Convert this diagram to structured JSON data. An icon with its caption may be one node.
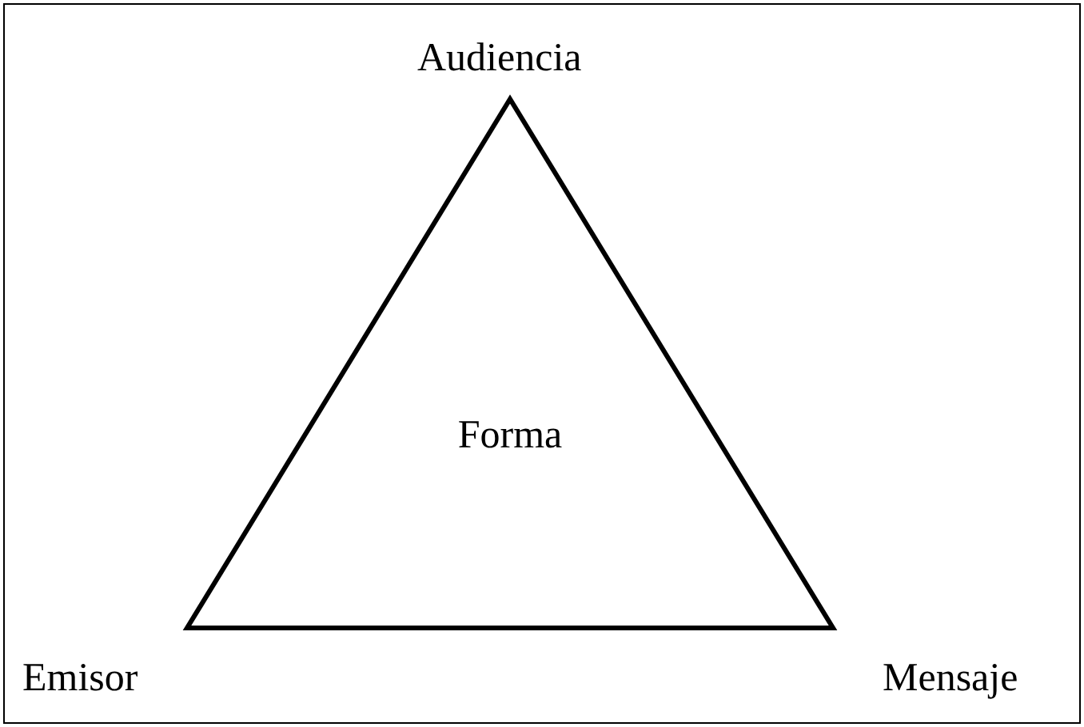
{
  "diagram": {
    "nodes": [
      {
        "text": [
          "Forma"
        ]
      }
    ],
    "labels": [
      "Audiencia",
      "Emisor",
      "Mensaje"
    ]
  }
}
